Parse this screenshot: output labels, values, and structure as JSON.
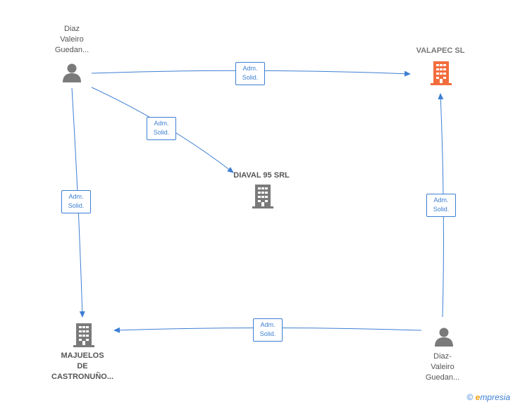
{
  "nodes": {
    "person_top_left": {
      "label_lines": [
        "Diaz",
        "Valeiro",
        "Guedan..."
      ]
    },
    "person_bottom_right": {
      "label_lines": [
        "Diaz-",
        "Valeiro",
        "Guedan..."
      ]
    },
    "company_valapec": {
      "label": "VALAPEC  SL",
      "color": "#f26d3d"
    },
    "company_diaval": {
      "label": "DIAVAL 95 SRL",
      "color": "#7a7a7a"
    },
    "company_majuelos": {
      "label_lines": [
        "MAJUELOS",
        "DE",
        "CASTRONUÑO..."
      ],
      "color": "#7a7a7a"
    }
  },
  "edges": [
    {
      "id": "tl_to_valapec",
      "label_lines": [
        "Adm.",
        "Solid."
      ]
    },
    {
      "id": "tl_to_diaval",
      "label_lines": [
        "Adm.",
        "Solid."
      ]
    },
    {
      "id": "tl_to_majuelos",
      "label_lines": [
        "Adm.",
        "Solid."
      ]
    },
    {
      "id": "br_to_valapec",
      "label_lines": [
        "Adm.",
        "Solid."
      ]
    },
    {
      "id": "br_to_majuelos",
      "label_lines": [
        "Adm.",
        "Solid."
      ]
    }
  ],
  "colors": {
    "edge": "#3d7fd3",
    "person": "#7a7a7a",
    "accent": "#f26d3d"
  },
  "footer": {
    "copyright": "©",
    "brand_initial": "e",
    "brand_rest": "mpresia"
  }
}
